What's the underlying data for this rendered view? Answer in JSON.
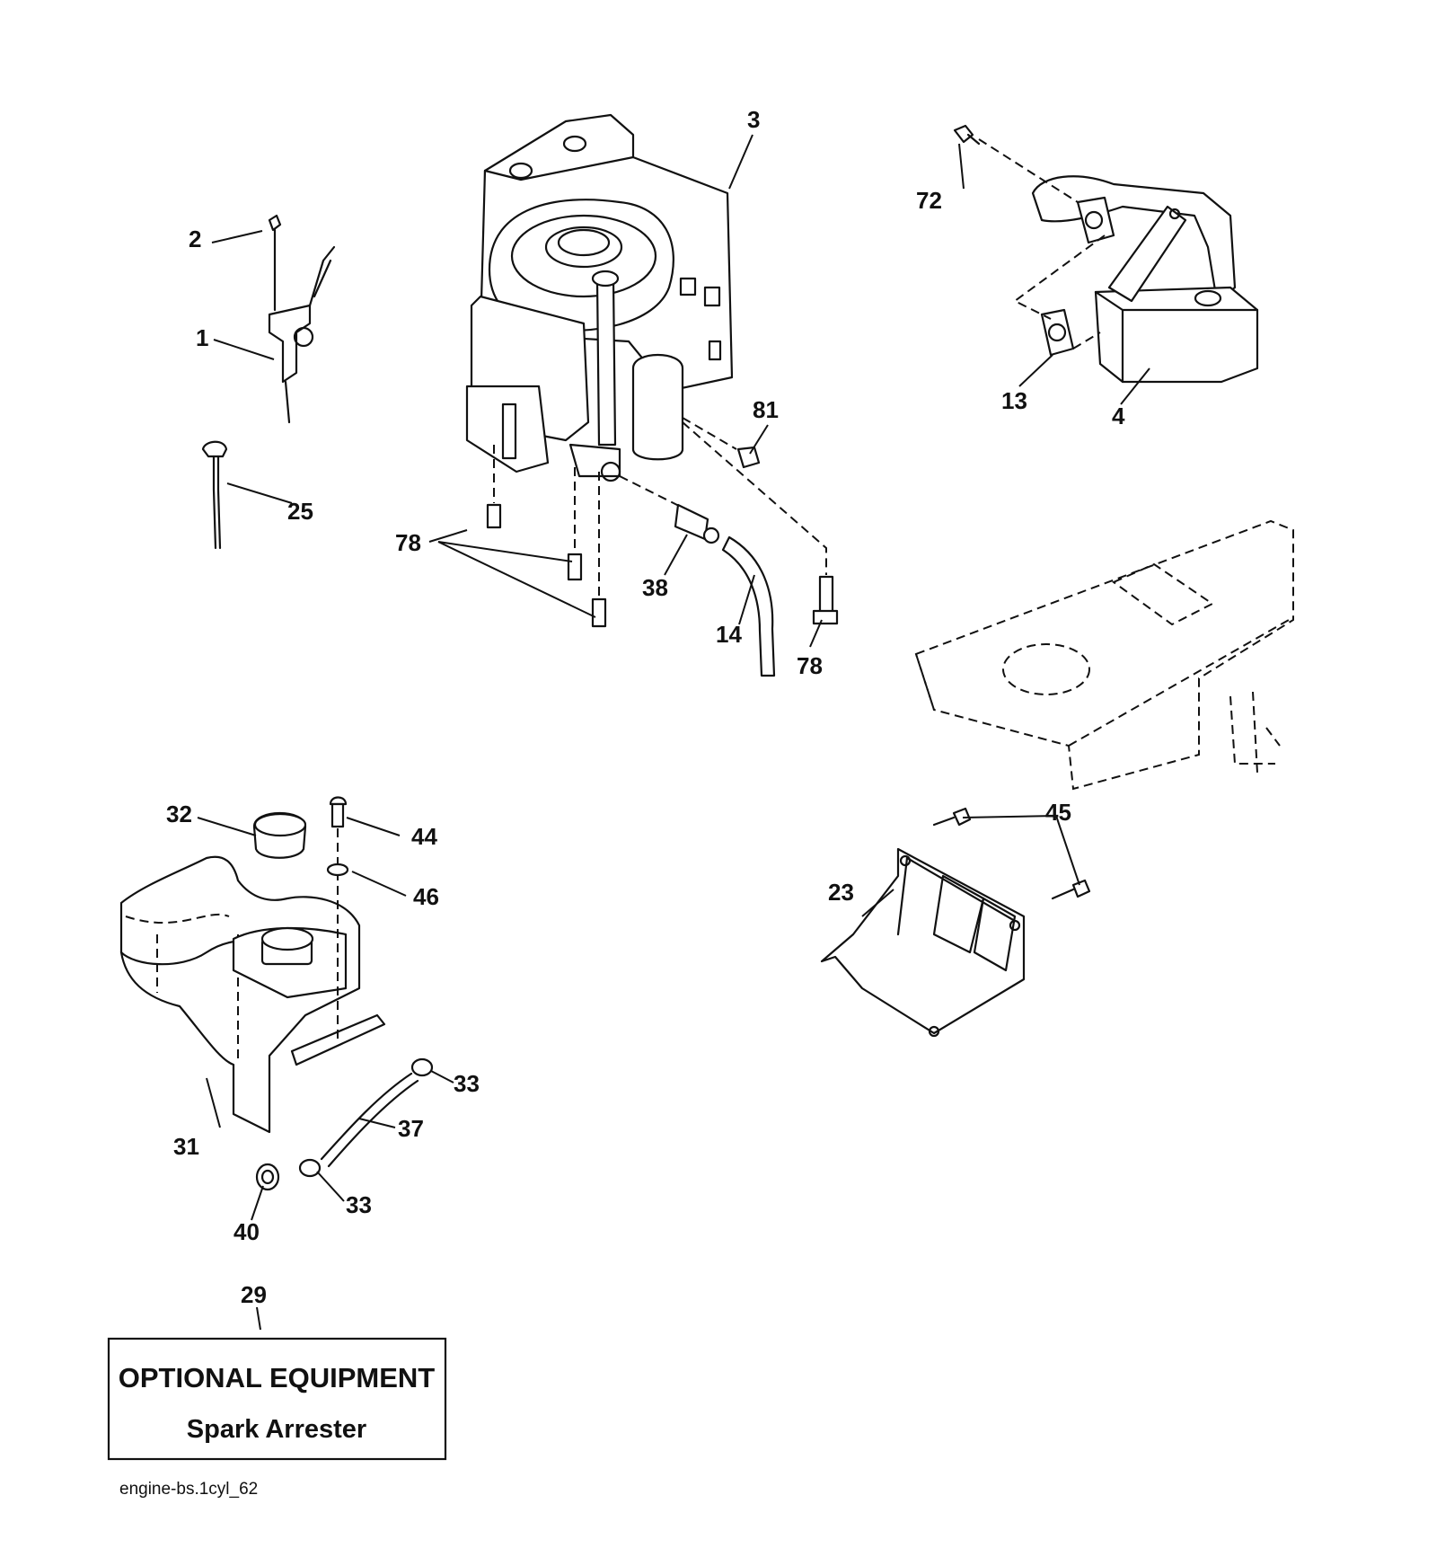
{
  "diagram_id": "engine-bs.1cyl_62",
  "optional_box": {
    "callout": "29",
    "title": "OPTIONAL EQUIPMENT",
    "subtitle": "Spark Arrester"
  },
  "callouts": {
    "c1": "1",
    "c2": "2",
    "c3": "3",
    "c4": "4",
    "c13": "13",
    "c14": "14",
    "c23": "23",
    "c25": "25",
    "c31": "31",
    "c32": "32",
    "c33a": "33",
    "c33b": "33",
    "c37": "37",
    "c38": "38",
    "c40": "40",
    "c44": "44",
    "c45": "45",
    "c46": "46",
    "c72": "72",
    "c78a": "78",
    "c78b": "78",
    "c81": "81"
  }
}
